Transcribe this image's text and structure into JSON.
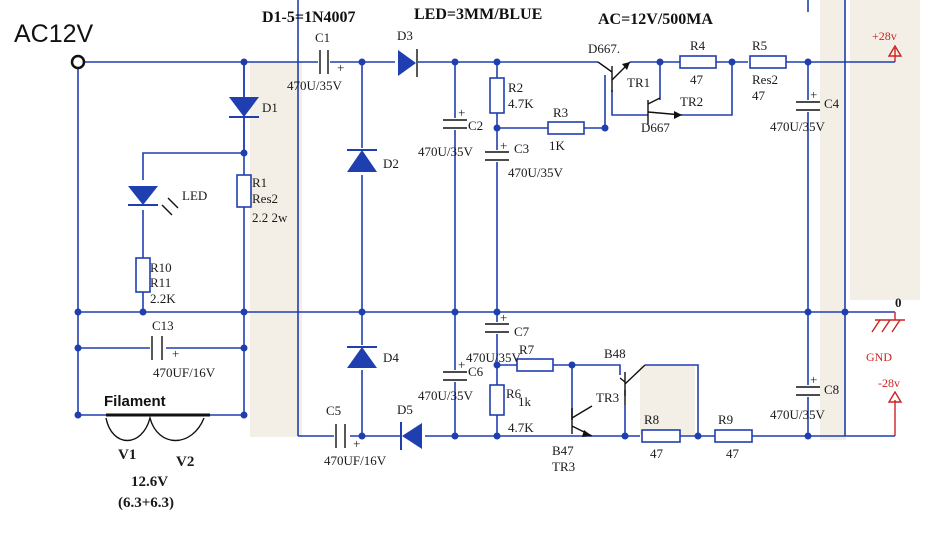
{
  "header": {
    "diodes": "D1-5=1N4007",
    "led": "LED=3MM/BLUE",
    "ac": "AC=12V/500MA"
  },
  "input_label": "AC12V",
  "rails": {
    "pos": "+28v",
    "zero": "0",
    "gnd": "GND",
    "neg": "-28v"
  },
  "components": {
    "C1": {
      "ref": "C1",
      "value": "470U/35V"
    },
    "C2": {
      "ref": "C2",
      "value": "470U/35V"
    },
    "C3": {
      "ref": "C3",
      "value": "470U/35V"
    },
    "C4": {
      "ref": "C4",
      "value": "470U/35V"
    },
    "C5": {
      "ref": "C5",
      "value": "470UF/16V"
    },
    "C6": {
      "ref": "C6",
      "value": "470U/35V"
    },
    "C7": {
      "ref": "C7",
      "value": "470U/35V"
    },
    "C8": {
      "ref": "C8",
      "value": "470U/35V"
    },
    "C13": {
      "ref": "C13",
      "value": "470UF/16V"
    },
    "D1": "D1",
    "D2": "D2",
    "D3": "D3",
    "D4": "D4",
    "D5": "D5",
    "LED": "LED",
    "R1": {
      "ref": "R1",
      "type": "Res2",
      "value": "2.2  2w"
    },
    "R10": {
      "ref": "R10",
      "ref2": "R11",
      "value": "2.2K"
    },
    "R2": {
      "ref": "R2",
      "value": "4.7K"
    },
    "R3": {
      "ref": "R3",
      "value": "1K"
    },
    "R4": {
      "ref": "R4",
      "value": "47"
    },
    "R5": {
      "ref": "R5",
      "type": "Res2",
      "value": "47"
    },
    "R6": {
      "ref": "R6",
      "value": "4.7K",
      "value2": "1k"
    },
    "R7": {
      "ref": "R7"
    },
    "R8": {
      "ref": "R8",
      "value": "47"
    },
    "R9": {
      "ref": "R9",
      "value": "47"
    },
    "TR1": {
      "part": "D667.",
      "ref": "TR1"
    },
    "TR2": {
      "part": "D667",
      "ref": "TR2"
    },
    "TR3a": {
      "part": "B48",
      "ref": "TR3"
    },
    "TR3b": {
      "part": "B47",
      "ref": "TR3"
    }
  },
  "filament": {
    "label": "Filament",
    "v1": "V1",
    "v2": "V2",
    "voltage": "12.6V",
    "split": "(6.3+6.3)"
  }
}
